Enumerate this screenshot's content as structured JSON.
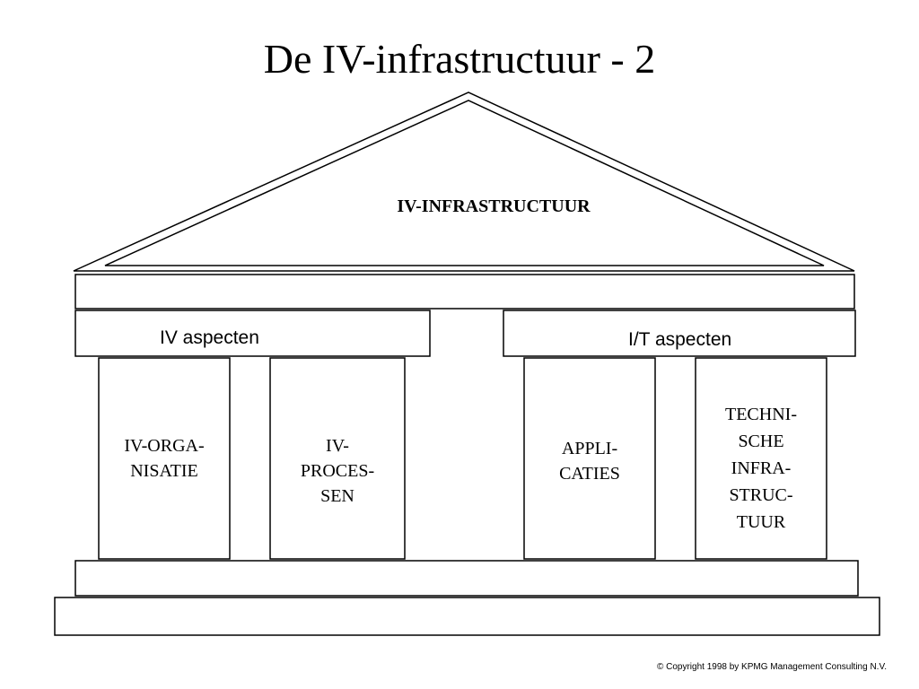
{
  "title": "De IV-infrastructuur - 2",
  "roof": {
    "label": "IV-INFRASTRUCTUUR"
  },
  "beams": {
    "left_label": "IV aspecten",
    "right_label": "I/T aspecten"
  },
  "pillars": [
    {
      "label": "IV-ORGA-\nNISATIE"
    },
    {
      "label": "IV-\nPROCES-\nSEN"
    },
    {
      "label": "APPLI-\nCATIES"
    },
    {
      "label": "TECHNI-\nSCHE\nINFRA-\nSTRUC-\nTUUR"
    }
  ],
  "footer": {
    "copyright": "© Copyright 1998 by KPMG Management Consulting N.V."
  }
}
